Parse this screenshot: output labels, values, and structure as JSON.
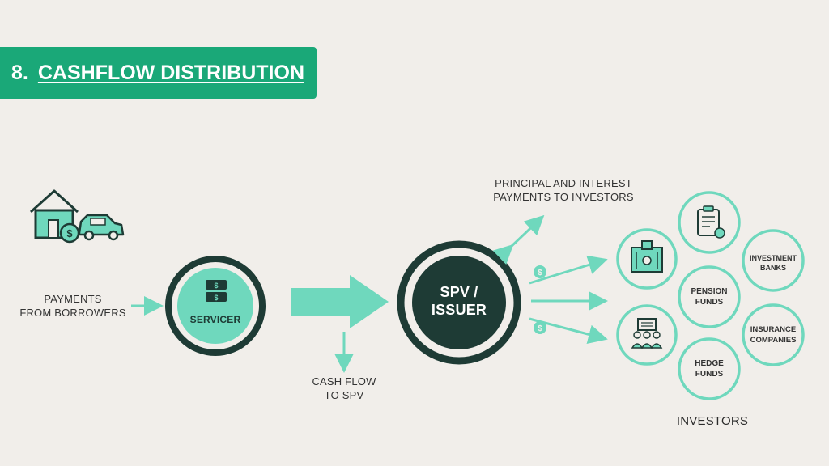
{
  "header": {
    "number": "8.",
    "title": "CASHFLOW DISTRIBUTION"
  },
  "labels": {
    "payments_from_borrowers": [
      "PAYMENTS",
      "FROM BORROWERS"
    ],
    "servicer": "SERVICER",
    "cash_flow_to_spv": [
      "CASH FLOW",
      "TO SPV"
    ],
    "spv_issuer": [
      "SPV /",
      "ISSUER"
    ],
    "principal_interest": [
      "PRINCIPAL AND INTEREST",
      "PAYMENTS TO INVESTORS"
    ],
    "investors": "INVESTORS"
  },
  "investor_nodes": {
    "pension_funds": [
      "PENSION",
      "FUNDS"
    ],
    "investment_banks": [
      "INVESTMENT",
      "BANKS"
    ],
    "insurance_companies": [
      "INSURANCE",
      "COMPANIES"
    ],
    "hedge_funds": [
      "HEDGE",
      "FUNDS"
    ]
  },
  "icons": [
    "house-icon",
    "car-icon",
    "dollar-coin-icon",
    "cash-icon",
    "clipboard-icon",
    "building-icon",
    "people-board-icon"
  ],
  "colors": {
    "banner": "#1aa878",
    "accent": "#6fd8bd",
    "dark": "#1e3b35",
    "background": "#f1eeea"
  }
}
